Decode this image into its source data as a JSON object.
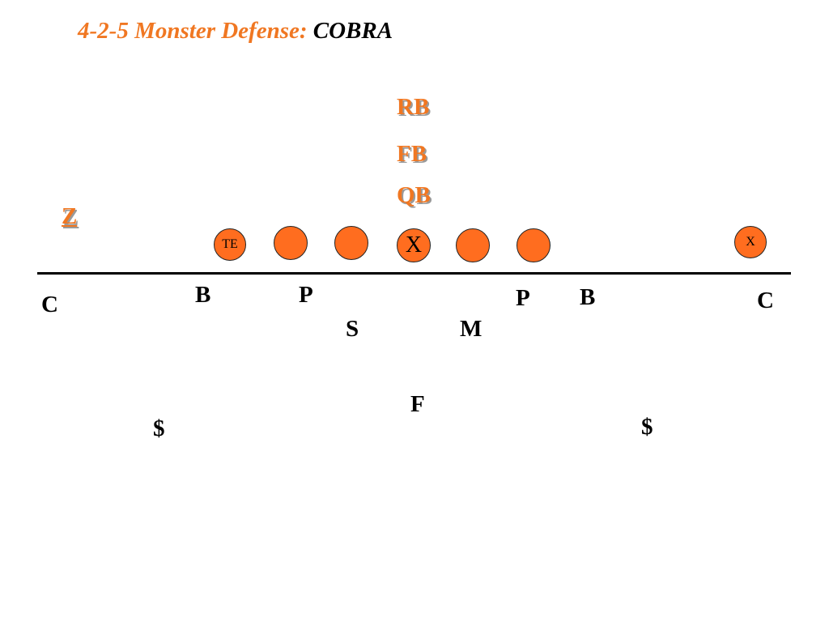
{
  "title": {
    "prefix": "4-2-5 Monster Defense:",
    "play": "COBRA"
  },
  "colors": {
    "accent": "#f07722",
    "player_fill": "#ff6d1f",
    "defense_text": "#000000"
  },
  "offense": {
    "backs": {
      "rb": "RB",
      "fb": "FB",
      "qb": "QB",
      "z": "Z"
    },
    "line": {
      "te": "TE",
      "center": "X",
      "x": "X"
    }
  },
  "defense": {
    "c_left": "C",
    "b_left": "B",
    "p_left": "P",
    "s": "S",
    "m": "M",
    "p_right": "P",
    "b_right": "B",
    "c_right": "C",
    "f": "F",
    "dollar_left": "$",
    "dollar_right": "$"
  }
}
